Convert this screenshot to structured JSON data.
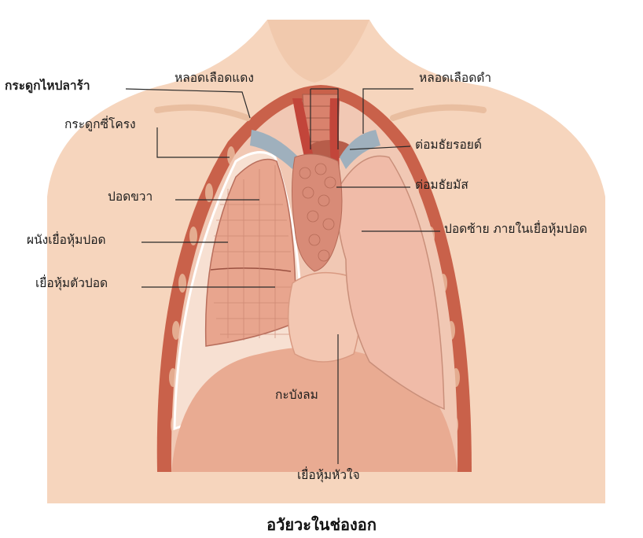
{
  "labels": {
    "clavicle": "กระดูกไหปลาร้า",
    "artery": "หลอดเลือดแดง",
    "vein": "หลอดเลือดดำ",
    "rib": "กระดูกซี่โครง",
    "thyroid": "ต่อมธัยรอยด์",
    "thymus": "ต่อมธัยมัส",
    "right_lung": "ปอดขวา",
    "left_lung": "ปอดซ้าย ภายในเยื่อหุ้มปอด",
    "parietal_pleura": "ผนังเยื่อหุ้มปอด",
    "visceral_pleura": "เยื่อหุ้มตัวปอด",
    "diaphragm": "กะบังลม",
    "pericardium": "เยื่อหุ้มหัวใจ"
  },
  "caption": "อวัยวะในช่องอก",
  "colors": {
    "skin": "#f6d5bd",
    "skin_shade": "#e8b090",
    "rib_wall": "#c9614a",
    "lung_right": "#e8a58e",
    "lung_left": "#f0bba8",
    "diaphragm": "#e9ab92",
    "trachea": "#d9826d",
    "artery": "#c2453a",
    "vein": "#9fb0bd",
    "thymus": "#d88b77",
    "leader": "#2a2a2a"
  }
}
